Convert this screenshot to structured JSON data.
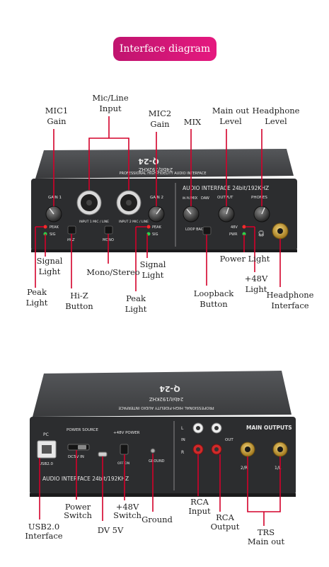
{
  "header": {
    "title": "Interface diagram"
  },
  "front_panel": {
    "model": "Q-24",
    "spec": "24bit/192KHZ",
    "subtitle": "PROFESSIONAL HIGH-FIDELITY AUDIO INTERFACE",
    "section_title": "AUDIO INTERFACE  24bit/192KHZ",
    "gain1": "GAIN 1",
    "gain2": "GAIN 2",
    "input1": "INPUT 1 MIC / LINE",
    "input2": "INPUT 2 MIC / LINE",
    "peak": "PEAK",
    "sig": "SIG",
    "hiz": "Hi-Z",
    "mono": "MONO",
    "in": "IN PUT",
    "mix": "MIX",
    "daw": "DAW",
    "output": "OUTPUT",
    "phones": "PHONES",
    "loopback": "LOOP BACK",
    "v48": "48V",
    "pwr": "PWR"
  },
  "back_panel": {
    "pc": "PC",
    "power_source": "POWER SOURCE",
    "dc5v_in": "DC5V IN",
    "power48": "+48V POWER",
    "onoff": "OFF ON",
    "usb": "USB2.0",
    "ground": "GROUND",
    "bottom_text": "AUDIO INTERFACE  24bit/192KHZ",
    "l": "L",
    "r": "R",
    "in": "IN",
    "out": "OUT",
    "main_outputs": "MAIN OUTPUTS",
    "ch2r": "2/R",
    "ch1l": "1/L"
  },
  "callouts": {
    "mic1_gain_1": "MIC1",
    "mic1_gain_2": "Gain",
    "mic_line_1": "Mic/Line",
    "mic_line_2": "Input",
    "mic2_gain_1": "MIC2",
    "mic2_gain_2": "Gain",
    "mix": "MIX",
    "main_out_1": "Main out",
    "main_out_2": "Level",
    "headphone_1": "Headphone",
    "headphone_2": "Level",
    "signal_1_1": "Signal",
    "signal_1_2": "Light",
    "peak_1_1": "Peak",
    "peak_1_2": "Light",
    "hiz_1": "Hi-Z",
    "hiz_2": "Button",
    "mono_stereo": "Mono/Stereo",
    "signal_2_1": "Signal",
    "signal_2_2": "Light",
    "peak_2_1": "Peak",
    "peak_2_2": "Light",
    "loopback_1": "Loopback",
    "loopback_2": "Button",
    "power_light": "Power Light",
    "v48_1": "+48V",
    "v48_2": "Light",
    "hp_iface_1": "Headphone",
    "hp_iface_2": "Interface",
    "power_switch_1": "Power",
    "power_switch_2": "Switch",
    "usb_1": "USB2.0",
    "usb_2": "Interface",
    "dc5v": "DV 5V",
    "v48sw_1": "+48V",
    "v48sw_2": "Switch",
    "ground": "Ground",
    "rca_in_1": "RCA",
    "rca_in_2": "Input",
    "rca_out_1": "RCA",
    "rca_out_2": "Output",
    "trs_1": "TRS",
    "trs_2": "Main out"
  },
  "colors": {
    "banner": "#d4177a",
    "callout_line": "#d4002a",
    "device_body": "#3b3c3e",
    "device_face": "#2a2b2d",
    "led_red": "#ff2a2a",
    "led_green": "#2fd14a",
    "gold": "#c89b2a"
  }
}
